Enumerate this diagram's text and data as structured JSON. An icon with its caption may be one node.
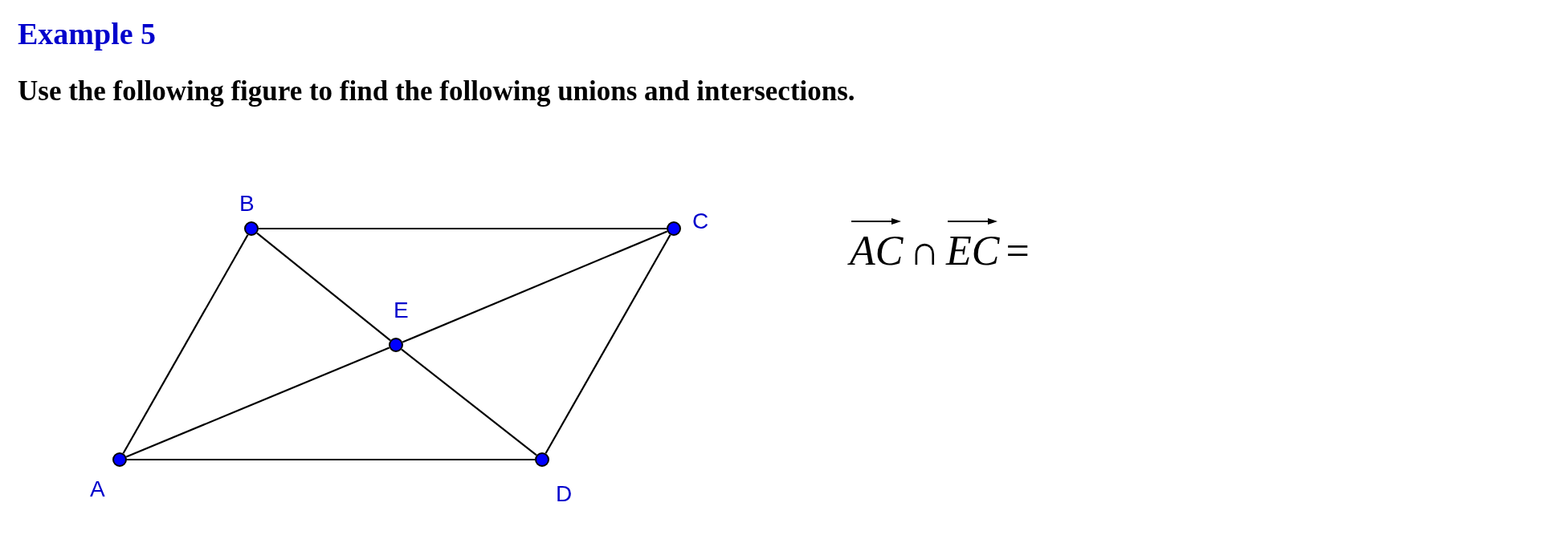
{
  "diagram": {
    "title": "Example 5",
    "nodes": [
      {
        "text": [],
        "shape": "circle",
        "beside": [
          "B"
        ]
      },
      {
        "text": [],
        "shape": "circle",
        "beside": [
          "C"
        ]
      },
      {
        "text": [],
        "shape": "circle",
        "beside": [
          "E"
        ]
      },
      {
        "text": [],
        "shape": "circle",
        "beside": [
          "A"
        ]
      },
      {
        "text": [],
        "shape": "circle",
        "beside": [
          "D"
        ]
      }
    ],
    "edges": [
      {
        "from": 3,
        "to": 0,
        "arrow": "none"
      },
      {
        "from": 0,
        "to": 1,
        "arrow": "none"
      },
      {
        "from": 1,
        "to": 4,
        "arrow": "none"
      },
      {
        "from": 3,
        "to": 4,
        "arrow": "none"
      },
      {
        "from": 0,
        "to": 2,
        "arrow": "none"
      },
      {
        "from": 2,
        "to": 4,
        "arrow": "none"
      },
      {
        "from": 3,
        "to": 2,
        "arrow": "none"
      },
      {
        "from": 2,
        "to": 1,
        "arrow": "none"
      }
    ],
    "labels": [
      "Use the following figure to find the following unions and intersections.",
      "AC∩EC="
    ]
  }
}
